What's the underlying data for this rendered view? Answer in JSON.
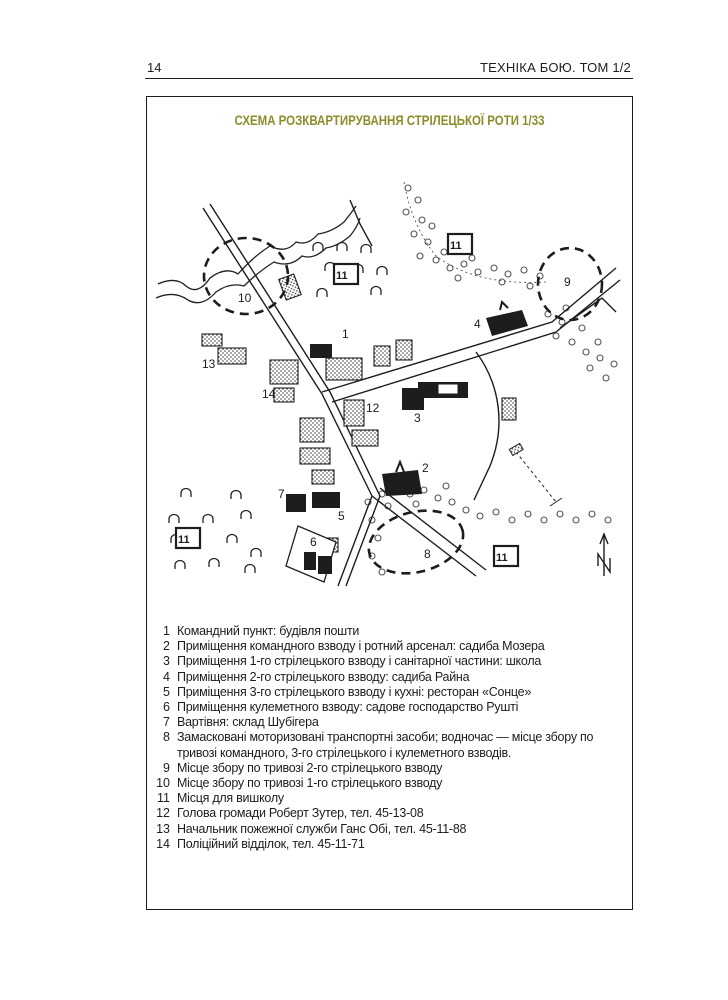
{
  "header": {
    "page_number": "14",
    "running_title": "ТЕХНІКА БОЮ. ТОМ 1/2"
  },
  "scheme": {
    "title": "СХЕМА РОЗКВАРТИРУВАННЯ СТРІЛЕЦЬКОЇ РОТИ 1/33",
    "accent_color": "#8b8d2a",
    "map_labels": {
      "l1": "1",
      "l2": "2",
      "l3": "3",
      "l4": "4",
      "l5": "5",
      "l6": "6",
      "l7": "7",
      "l8": "8",
      "l9": "9",
      "l10": "10",
      "l11": "11",
      "l12": "12",
      "l13": "13",
      "l14": "14"
    },
    "north_label": "N"
  },
  "legend": [
    {
      "num": "1",
      "text": "Командний пункт: будівля пошти"
    },
    {
      "num": "2",
      "text": "Приміщення командного взводу і ротний арсенал: садиба Мозера"
    },
    {
      "num": "3",
      "text": "Приміщення 1-го стрілецького взводу і санітарної частини: школа"
    },
    {
      "num": "4",
      "text": "Приміщення 2-го стрілецького взводу: садиба Райна"
    },
    {
      "num": "5",
      "text": "Приміщення 3-го стрілецького взводу і кухні: ресторан «Сонце»"
    },
    {
      "num": "6",
      "text": "Приміщення кулеметного взводу: садове господарство Рушті"
    },
    {
      "num": "7",
      "text": "Вартівня: склад Шубігера"
    },
    {
      "num": "8",
      "text": "Замасковані моторизовані транспортні засоби; водночас — місце збору по тривозі командного, 3-го стрілецького і кулеметного взводів."
    },
    {
      "num": "9",
      "text": "Місце збору по тривозі 2-го стрілецького взводу"
    },
    {
      "num": "10",
      "text": "Місце збору по тривозі 1-го стрілецького взводу"
    },
    {
      "num": "11",
      "text": "Місця для вишколу"
    },
    {
      "num": "12",
      "text": "Голова громади Роберт Зутер, тел. 45-13-08"
    },
    {
      "num": "13",
      "text": "Начальник пожежної служби Ганс Обі, тел. 45-11-88"
    },
    {
      "num": "14",
      "text": "Поліційний відділок, тел. 45-11-71"
    }
  ]
}
